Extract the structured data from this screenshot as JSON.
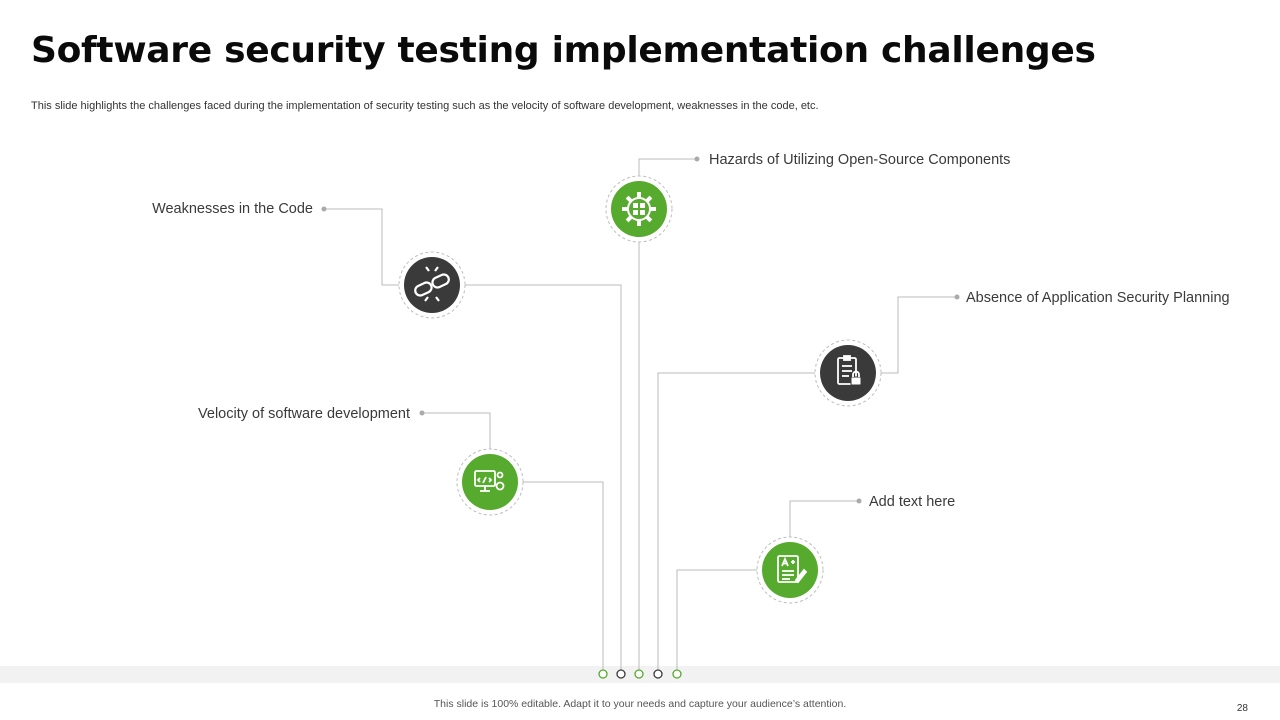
{
  "slide": {
    "title": "Software security testing implementation challenges",
    "subtitle": "This slide highlights the challenges faced during the implementation of security testing such as the velocity of software development, weaknesses in the code, etc.",
    "footer": "This slide is 100% editable. Adapt it to your needs and capture your audience’s attention.",
    "page_number": "28"
  },
  "colors": {
    "green": "#56aa2d",
    "dark": "#3a3a3a",
    "line": "#bbbbbb",
    "dot": "#aaaaaa"
  },
  "challenges": [
    {
      "label": "Hazards of Utilizing Open-Source Components",
      "icon": "gear-puzzle-icon",
      "color": "green"
    },
    {
      "label": "Weaknesses in the Code",
      "icon": "broken-chain-icon",
      "color": "dark"
    },
    {
      "label": "Absence of Application Security Planning",
      "icon": "checklist-lock-icon",
      "color": "dark"
    },
    {
      "label": "Velocity of software development",
      "icon": "code-monitor-icon",
      "color": "green"
    },
    {
      "label": "Add text here",
      "icon": "document-grade-icon",
      "color": "green"
    }
  ]
}
